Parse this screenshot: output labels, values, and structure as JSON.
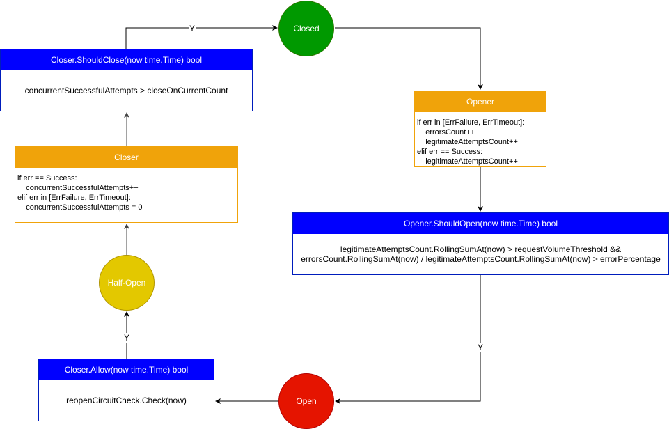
{
  "states": {
    "closed": "Closed",
    "open": "Open",
    "half_open": "Half-Open"
  },
  "boxes": {
    "should_close": {
      "title": "Closer.ShouldClose(now time.Time) bool",
      "body": "concurrentSuccessfulAttempts > closeOnCurrentCount"
    },
    "opener": {
      "title": "Opener",
      "body": "if err in [ErrFailure, ErrTimeout]:\n    errorsCount++\n    legitimateAttemptsCount++\nelif err == Success:\n    legitimateAttemptsCount++"
    },
    "closer": {
      "title": "Closer",
      "body": "if err == Success:\n    concurrentSuccessfulAttempts++\nelif err in [ErrFailure, ErrTimeout]:\n    concurrentSuccessfulAttempts = 0"
    },
    "should_open": {
      "title": "Opener.ShouldOpen(now time.Time) bool",
      "body_line1": "legitimateAttemptsCount.RollingSumAt(now) > requestVolumeThreshold &&",
      "body_line2": "errorsCount.RollingSumAt(now) / legitimateAttemptsCount.RollingSumAt(now) > errorPercentage"
    },
    "allow": {
      "title": "Closer.Allow(now time.Time) bool",
      "body": "reopenCircuitCheck.Check(now)"
    }
  },
  "edge_labels": {
    "should_close_to_closed": "Y",
    "should_open_to_open": "Y",
    "allow_to_half_open": "Y"
  },
  "colors": {
    "closed": "#009900",
    "open": "#e51400",
    "half_open": "#e3c800",
    "method_header": "#0000ff",
    "component_header": "#f0a30a",
    "edge": "#000000"
  }
}
